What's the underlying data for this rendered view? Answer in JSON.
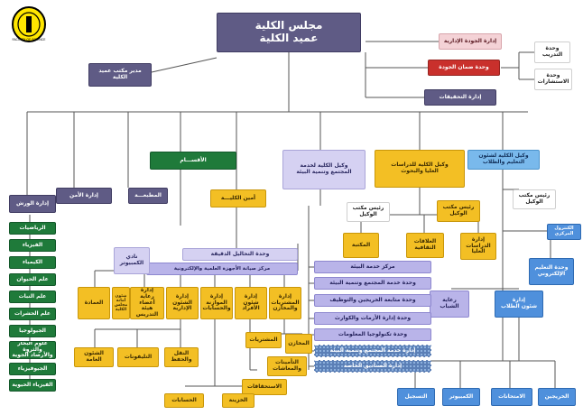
{
  "logo": {
    "text": "FACULTY OF SCIENCE",
    "icon": "faculty-seal-icon"
  },
  "header": {
    "council": "مجلس الكلية",
    "dean": "عميد الكلية"
  },
  "nodes": {
    "qa_admin": "إدارة الجودة الإدارية",
    "qa_unit": "وحدة ضمان الجودة",
    "training_unit": "وحدة\nالتدريب",
    "consult_unit": "وحدة\nالاستشارات",
    "investigations": "إدارة التحقيقات",
    "dean_office": "مدير مكتب عميد\nالكلية",
    "vd_education": "وكيل الكلية لشئون\nالتعليم والطلاب",
    "vd_postgrad": "وكيل الكلية للدراسات\nالعليا والبحوث",
    "vd_community": "وكيل الكلية لخدمة\nالمجتمع وتنمية البيئة",
    "departments": "الأقســـام",
    "sec_general": "أمين الكليـــة",
    "press": "المطبعـــة",
    "security": "إدارة الأمن",
    "workshop": "إدارة الورش",
    "head_office_ed": "رئيس مكتب\nالوكيل",
    "head_office_pg": "رئيس مكتب\nالوكيل",
    "head_office_cm": "رئيس مكتب\nالوكيل",
    "central_control": "الكنترول المركزي",
    "library": "المكتبة",
    "cultural_rel": "العلاقات\nالثقافية",
    "pg_admin": "إدارة\nالدراسات\nالعليا",
    "fine_equip_unit": "وحدة التحاليل الدقيقة",
    "maint_center": "مركز صيانة الأجهزة العلمية والإلكترونية",
    "computer_club": "نادي\nالكمبيوتر",
    "env_center": "مركز خدمة البيئة",
    "community_unit": "وحدة خدمة المجتمع وتنمية البيئة",
    "followup_unit": "وحدة متابعة الخريجين والتوظيف",
    "crisis_unit": "وحدة إدارة الأزمات والكوارث",
    "it_unit": "وحدة تكنولوجيا المعلومات",
    "special_services": "إدارة خدمة المجتمع وتنمية البيئة",
    "special_funds": "إدارة الصناديق الخاصة",
    "youth_care": "رعاية\nالشباب",
    "student_affairs": "إدارة\nشئون الطلاب",
    "elearning_unit": "وحدة التعليم\nالإلكتروني",
    "registration": "التسجيل",
    "computer": "الكمبيوتر",
    "exams": "الامتحانات",
    "graduates": "الخريجين",
    "deanery": "العمادة",
    "college_council_affairs": "شئون أمانة\nمجلس الكلية",
    "faculty_affairs": "إدارة\nرعاية أعضاء\nهيئة التدريس",
    "admin_affairs": "إدارة\nالشئون\nالإدارية",
    "budget": "إدارة\nالموازنة\nوالحسابات",
    "personnel": "إدارة\nشئون\nالأفراد",
    "purchases": "إدارة\nالمشتريات\nوالمخازن",
    "general_affairs": "الشئون\nالعامة",
    "phones": "التليفونات",
    "transport": "النقل\nوالحفظ",
    "procurement": "المشتريات",
    "stores": "المخازن",
    "entitlements": "الاستحقاقات",
    "insurance": "التأمينات\nوالمعاشات",
    "treasury": "الخزينة",
    "accounts": "الحسابات"
  },
  "dept_list": [
    "الرياضيات",
    "الفيزياء",
    "الكيمياء",
    "علم الحيوان",
    "علم النبات",
    "علم الحشرات",
    "الجيولوجيا",
    "علوم البحار والثروة\nوالأرصاد الجوية",
    "الجيوفيزياء",
    "الفيزياء الحيوية"
  ],
  "colors": {
    "navy": "#5f5b85",
    "green": "#1f7a3a",
    "yellow": "#f3bf24",
    "lavender": "#d5d1f2",
    "sky": "#79b9ec",
    "blue": "#4f90dc",
    "red": "#c9302c"
  }
}
